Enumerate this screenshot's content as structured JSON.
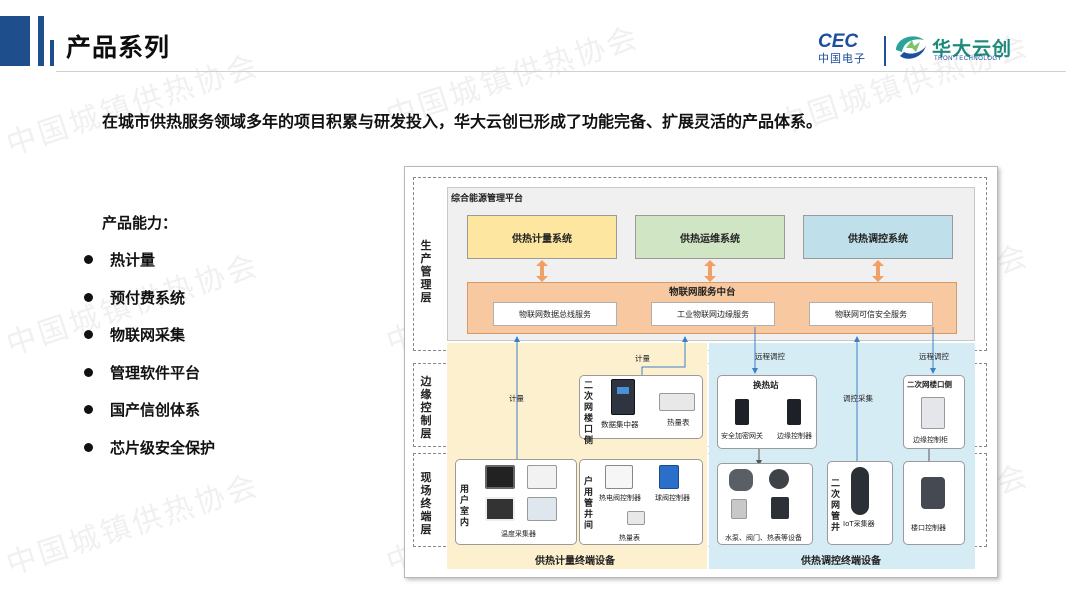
{
  "header": {
    "title": "产品系列"
  },
  "logos": {
    "cec": "CEC",
    "cec_cn": "中国电子",
    "brand": "华大云创",
    "brand_en": "TRON TECHNOLOGY"
  },
  "intro": "在城市供热服务领域多年的项目积累与研发投入，华大云创已形成了功能完备、扩展灵活的产品体系。",
  "capabilities": {
    "heading": "产品能力：",
    "items": [
      "热计量",
      "预付费系统",
      "物联网采集",
      "管理软件平台",
      "国产信创体系",
      "芯片级安全保护"
    ]
  },
  "watermark": "中国城镇供热协会",
  "diagram": {
    "layers": {
      "production": "生产管理层",
      "edge": "边缘控制层",
      "field": "现场终端层"
    },
    "platform_title": "综合能源管理平台",
    "systems": [
      "供热计量系统",
      "供热运维系统",
      "供热调控系统"
    ],
    "iot_hub": {
      "title": "物联网服务中台",
      "services": [
        "物联网数据总线服务",
        "工业物联网边缘服务",
        "物联网可信安全服务"
      ]
    },
    "links": {
      "metering": "计量",
      "metering2": "计量",
      "remote_control": "远程调控",
      "control_collect": "调控采集",
      "remote_control2": "远程调控"
    },
    "cells": {
      "building_entry": "二次网楼口侧",
      "data_concentrator": "数据集中器",
      "heat_meter": "热量表",
      "indoor": "用户室内",
      "temp_collector": "温度采集器",
      "pipe_well": "户用管井间",
      "valve_controller": "热电阀控制器",
      "ball_valve": "球阀控制器",
      "heat_meter2": "热量表",
      "station": "换热站",
      "gateway": "安全加密网关",
      "edge_ctrl": "边缘控制器",
      "pumps": "水泵、阀门、热表等设备",
      "secondary_well": "二次网管井",
      "iot_collector": "IoT采集器",
      "building_side": "二次网楼口侧",
      "edge_cabinet": "边缘控制柜",
      "building_ctrl": "楼口控制器"
    },
    "bottom": {
      "left": "供热计量终端设备",
      "right": "供热调控终端设备"
    },
    "colors": {
      "metering": "#fdf0cf",
      "control": "#d6ecf5",
      "platform": "#f0f0f0",
      "iot": "#f8c9a0",
      "sys1": "#fde7a0",
      "sys2": "#cfe5c4",
      "sys3": "#bfe0ea",
      "arrow_orange": "#f0a064",
      "arrow_blue": "#3c7fc4"
    }
  }
}
